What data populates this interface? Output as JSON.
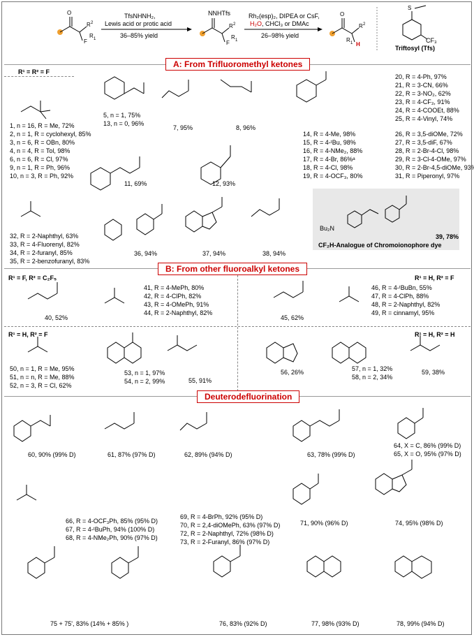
{
  "scheme": {
    "arrow1_top": "TfsNHNH₂,",
    "arrow1_mid": "Lewis acid or protic acid",
    "arrow1_yield": "36–85% yield",
    "intermediate_label": "NNHTfs",
    "arrow2_top": "Rh₂(esp)₂, DIPEA or CsF,",
    "arrow2_mid_h2o": "H₂O",
    "arrow2_mid_rest": ", CHCl₃ or DMAc",
    "arrow2_yield": "26–98% yield",
    "tfs_label": "Triftosyl (Tfs)",
    "cf3": "CF₃"
  },
  "sections": {
    "a": "A: From Trifluoromethyl ketones",
    "b": "B: From other fluoroalkyl ketones",
    "c": "Deuterodefluorination"
  },
  "labels_a": {
    "r_header": "R¹ = R² = F",
    "list1": [
      "1, n = 16, R = Me, 72%",
      "2, n = 1, R = cyclohexyl, 85%",
      "3, n = 6, R = OBn, 80%",
      "4, n = 4, R = Tol, 98%",
      "6, n = 6, R = Cl, 97%",
      "9, n = 1, R = Ph, 96%",
      "10, n = 3, R = Ph, 92%"
    ],
    "c5": "5, n = 1, 75%",
    "c13": "13, n = 0, 96%",
    "c7": "7, 95%",
    "c8": "8, 96%",
    "list14": [
      "14, R = 4-Me, 98%",
      "15, R = 4-ᵗBu, 98%",
      "16, R = 4-NMe₂, 88%",
      "17, R = 4-Br, 86%ᵃ",
      "18, R = 4-Cl, 98%",
      "19, R = 4-OCF₃, 80%"
    ],
    "list20": [
      "20, R = 4-Ph, 97%",
      "21, R = 3-CN, 66%",
      "22, R = 3-NO₂, 62%",
      "23, R = 4-CF₃, 91%",
      "24, R = 4-COOEt, 88%",
      "25, R = 4-Vinyl, 74%"
    ],
    "list26": [
      "26, R = 3,5-diOMe, 72%",
      "27, R = 3,5-diF, 67%",
      "28, R = 2-Br-4-Cl, 98%",
      "29, R = 3-Cl-4-OMe, 97%",
      "30, R = 2-Br-4,5-diOMe, 93%",
      "31, R = Piperonyl, 97%"
    ],
    "c11": "11, 69%",
    "c12": "12, 93%",
    "list32": [
      "32, R = 2-Naphthyl, 63%",
      "33, R = 4-Fluorenyl, 82%",
      "34, R = 2-furanyl, 85%",
      "35, R = 2-benzofuranyl, 83%"
    ],
    "c36": "36, 94%",
    "c37": "37, 94%",
    "c38": "38, 94%",
    "c39": "39, 78%",
    "dye": "CF₂H-Analogue of Chromoionophore dye",
    "bu2n": "Bu₂N"
  },
  "labels_b": {
    "hdr1": "R¹ = F, R² = C₂F₅",
    "hdr2": "R¹ = H, R² = F",
    "hdr3": "R¹ = H, R² = F",
    "hdr4": "R¹ = H, R² = H",
    "c40": "40, 52%",
    "list41": [
      "41, R = 4-MePh, 80%",
      "42, R = 4-ClPh, 82%",
      "43, R = 4-OMePh, 91%",
      "44, R = 2-Naphthyl, 82%"
    ],
    "c45": "45, 62%",
    "list46": [
      "46, R = 4-ᵗBuBn, 55%",
      "47, R = 4-ClPh, 88%",
      "48, R = 2-Naphthyl, 82%",
      "49, R = cinnamyl, 95%"
    ],
    "list50": [
      "50, n = 1, R = Me, 95%",
      "51, n = n, R = Me, 88%",
      "52, n = 3, R = Cl, 62%"
    ],
    "list53": [
      "53, n = 1, 97%",
      "54, n = 2, 99%"
    ],
    "c55": "55, 91%",
    "c56": "56, 26%",
    "list57": [
      "57, n = 1, 32%",
      "58, n = 2, 34%"
    ],
    "c59": "59, 38%"
  },
  "labels_c": {
    "c60": "60, 90% (99% D)",
    "c61": "61, 87% (97% D)",
    "c62": "62, 89% (94% D)",
    "c63": "63, 78% (99% D)",
    "list64": [
      "64, X = C, 86% (99% D)",
      "65, X = O, 95% (97% D)"
    ],
    "list66": [
      "66, R = 4-OCF₃Ph, 85% (95% D)",
      "67, R = 4-ᵗBuPh, 94% (100% D)",
      "68, R = 4-NMe₂Ph, 90% (97% D)"
    ],
    "list69": [
      "69, R = 4-BrPh, 92% (95% D)",
      "70, R = 2,4-diOMePh, 63% (97% D)",
      "72, R = 2-Naphthyl, 72% (98% D)",
      "73, R = 2-Furanyl, 86% (97% D)"
    ],
    "c71": "71, 90% (96% D)",
    "c74": "74, 95% (98% D)",
    "c75": "75 + 75', 83% (14% + 85% )",
    "c76": "76, 83% (92% D)",
    "c77": "77, 98% (93% D)",
    "c78": "78, 99% (94% D)"
  },
  "colors": {
    "accent": "#cc0000",
    "orange": "#f0a030",
    "border": "#777777"
  }
}
